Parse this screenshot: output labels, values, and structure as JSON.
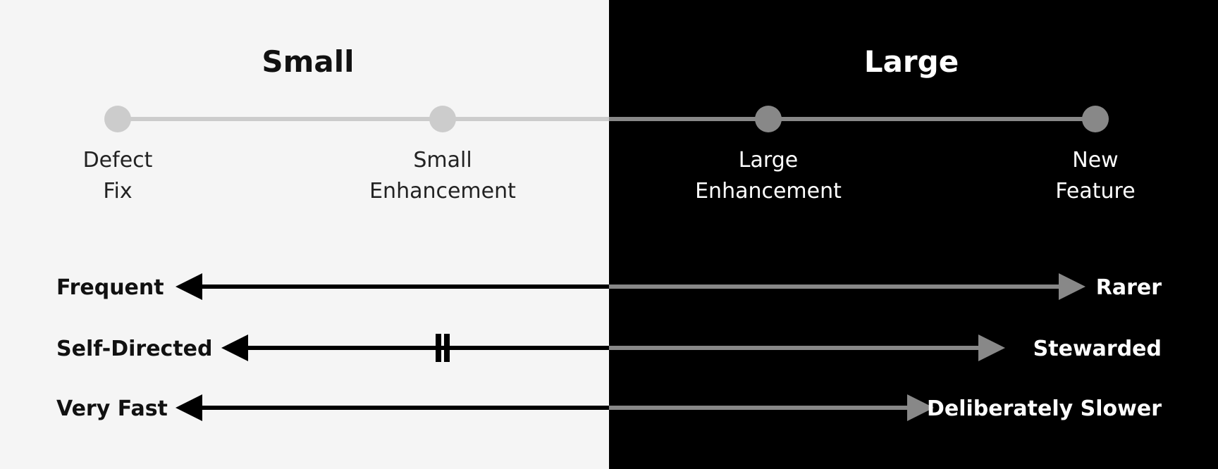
{
  "headings": {
    "small": "Small",
    "large": "Large"
  },
  "nodes": [
    {
      "id": "defect-fix",
      "lines": [
        "Defect",
        "Fix"
      ],
      "side": "left"
    },
    {
      "id": "small-enhancement",
      "lines": [
        "Small",
        "Enhancement"
      ],
      "side": "left"
    },
    {
      "id": "large-enhancement",
      "lines": [
        "Large",
        "Enhancement"
      ],
      "side": "right"
    },
    {
      "id": "new-feature",
      "lines": [
        "New",
        "Feature"
      ],
      "side": "right"
    }
  ],
  "rows": [
    {
      "id": "frequency",
      "left": "Frequent",
      "right": "Rarer",
      "left_break": false
    },
    {
      "id": "direction",
      "left": "Self-Directed",
      "right": "Stewarded",
      "left_break": true
    },
    {
      "id": "speed",
      "left": "Very Fast",
      "right": "Deliberately Slower",
      "left_break": false
    }
  ],
  "colors": {
    "left_background": "#f5f5f5",
    "right_background": "#000000",
    "node_left": "#cccccc",
    "node_right": "#888888",
    "arrow_left": "#000000",
    "arrow_right": "#888888"
  }
}
